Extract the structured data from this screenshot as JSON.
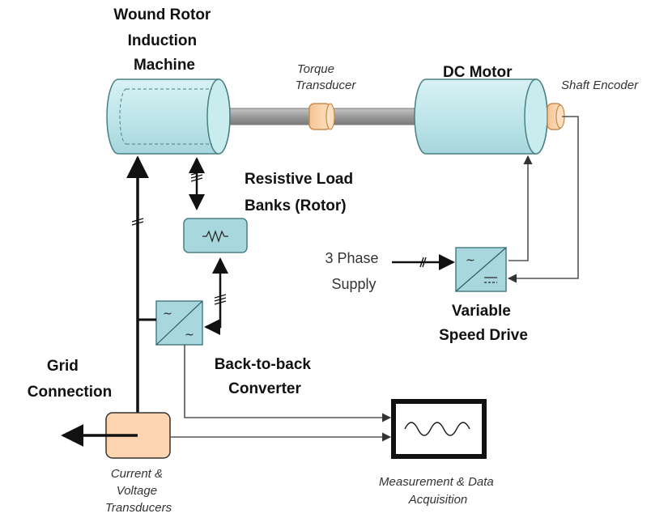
{
  "labels": {
    "wound_rotor": [
      "Wound Rotor",
      "Induction",
      "Machine"
    ],
    "torque_transducer": [
      "Torque",
      "Transducer"
    ],
    "dc_motor": "DC Motor",
    "shaft_encoder": "Shaft Encoder",
    "resistive_load": [
      "Resistive Load",
      "Banks (Rotor)"
    ],
    "three_phase_supply": [
      "3 Phase",
      "Supply"
    ],
    "variable_speed_drive": [
      "Variable",
      "Speed Drive"
    ],
    "grid_connection": [
      "Grid",
      "Connection"
    ],
    "back_to_back": [
      "Back-to-back",
      "Converter"
    ],
    "current_voltage": [
      "Current &",
      "Voltage",
      "Transducers"
    ],
    "measurement": [
      "Measurement & Data",
      "Acquisition"
    ]
  },
  "colors": {
    "machine_fill": "#bfe6ea",
    "machine_stroke": "#4a7f86",
    "transducer_fill": "#fcd5b0",
    "shaft": "#9a9a9a",
    "wire_thick": "#111111",
    "wire_thin": "#555555"
  }
}
